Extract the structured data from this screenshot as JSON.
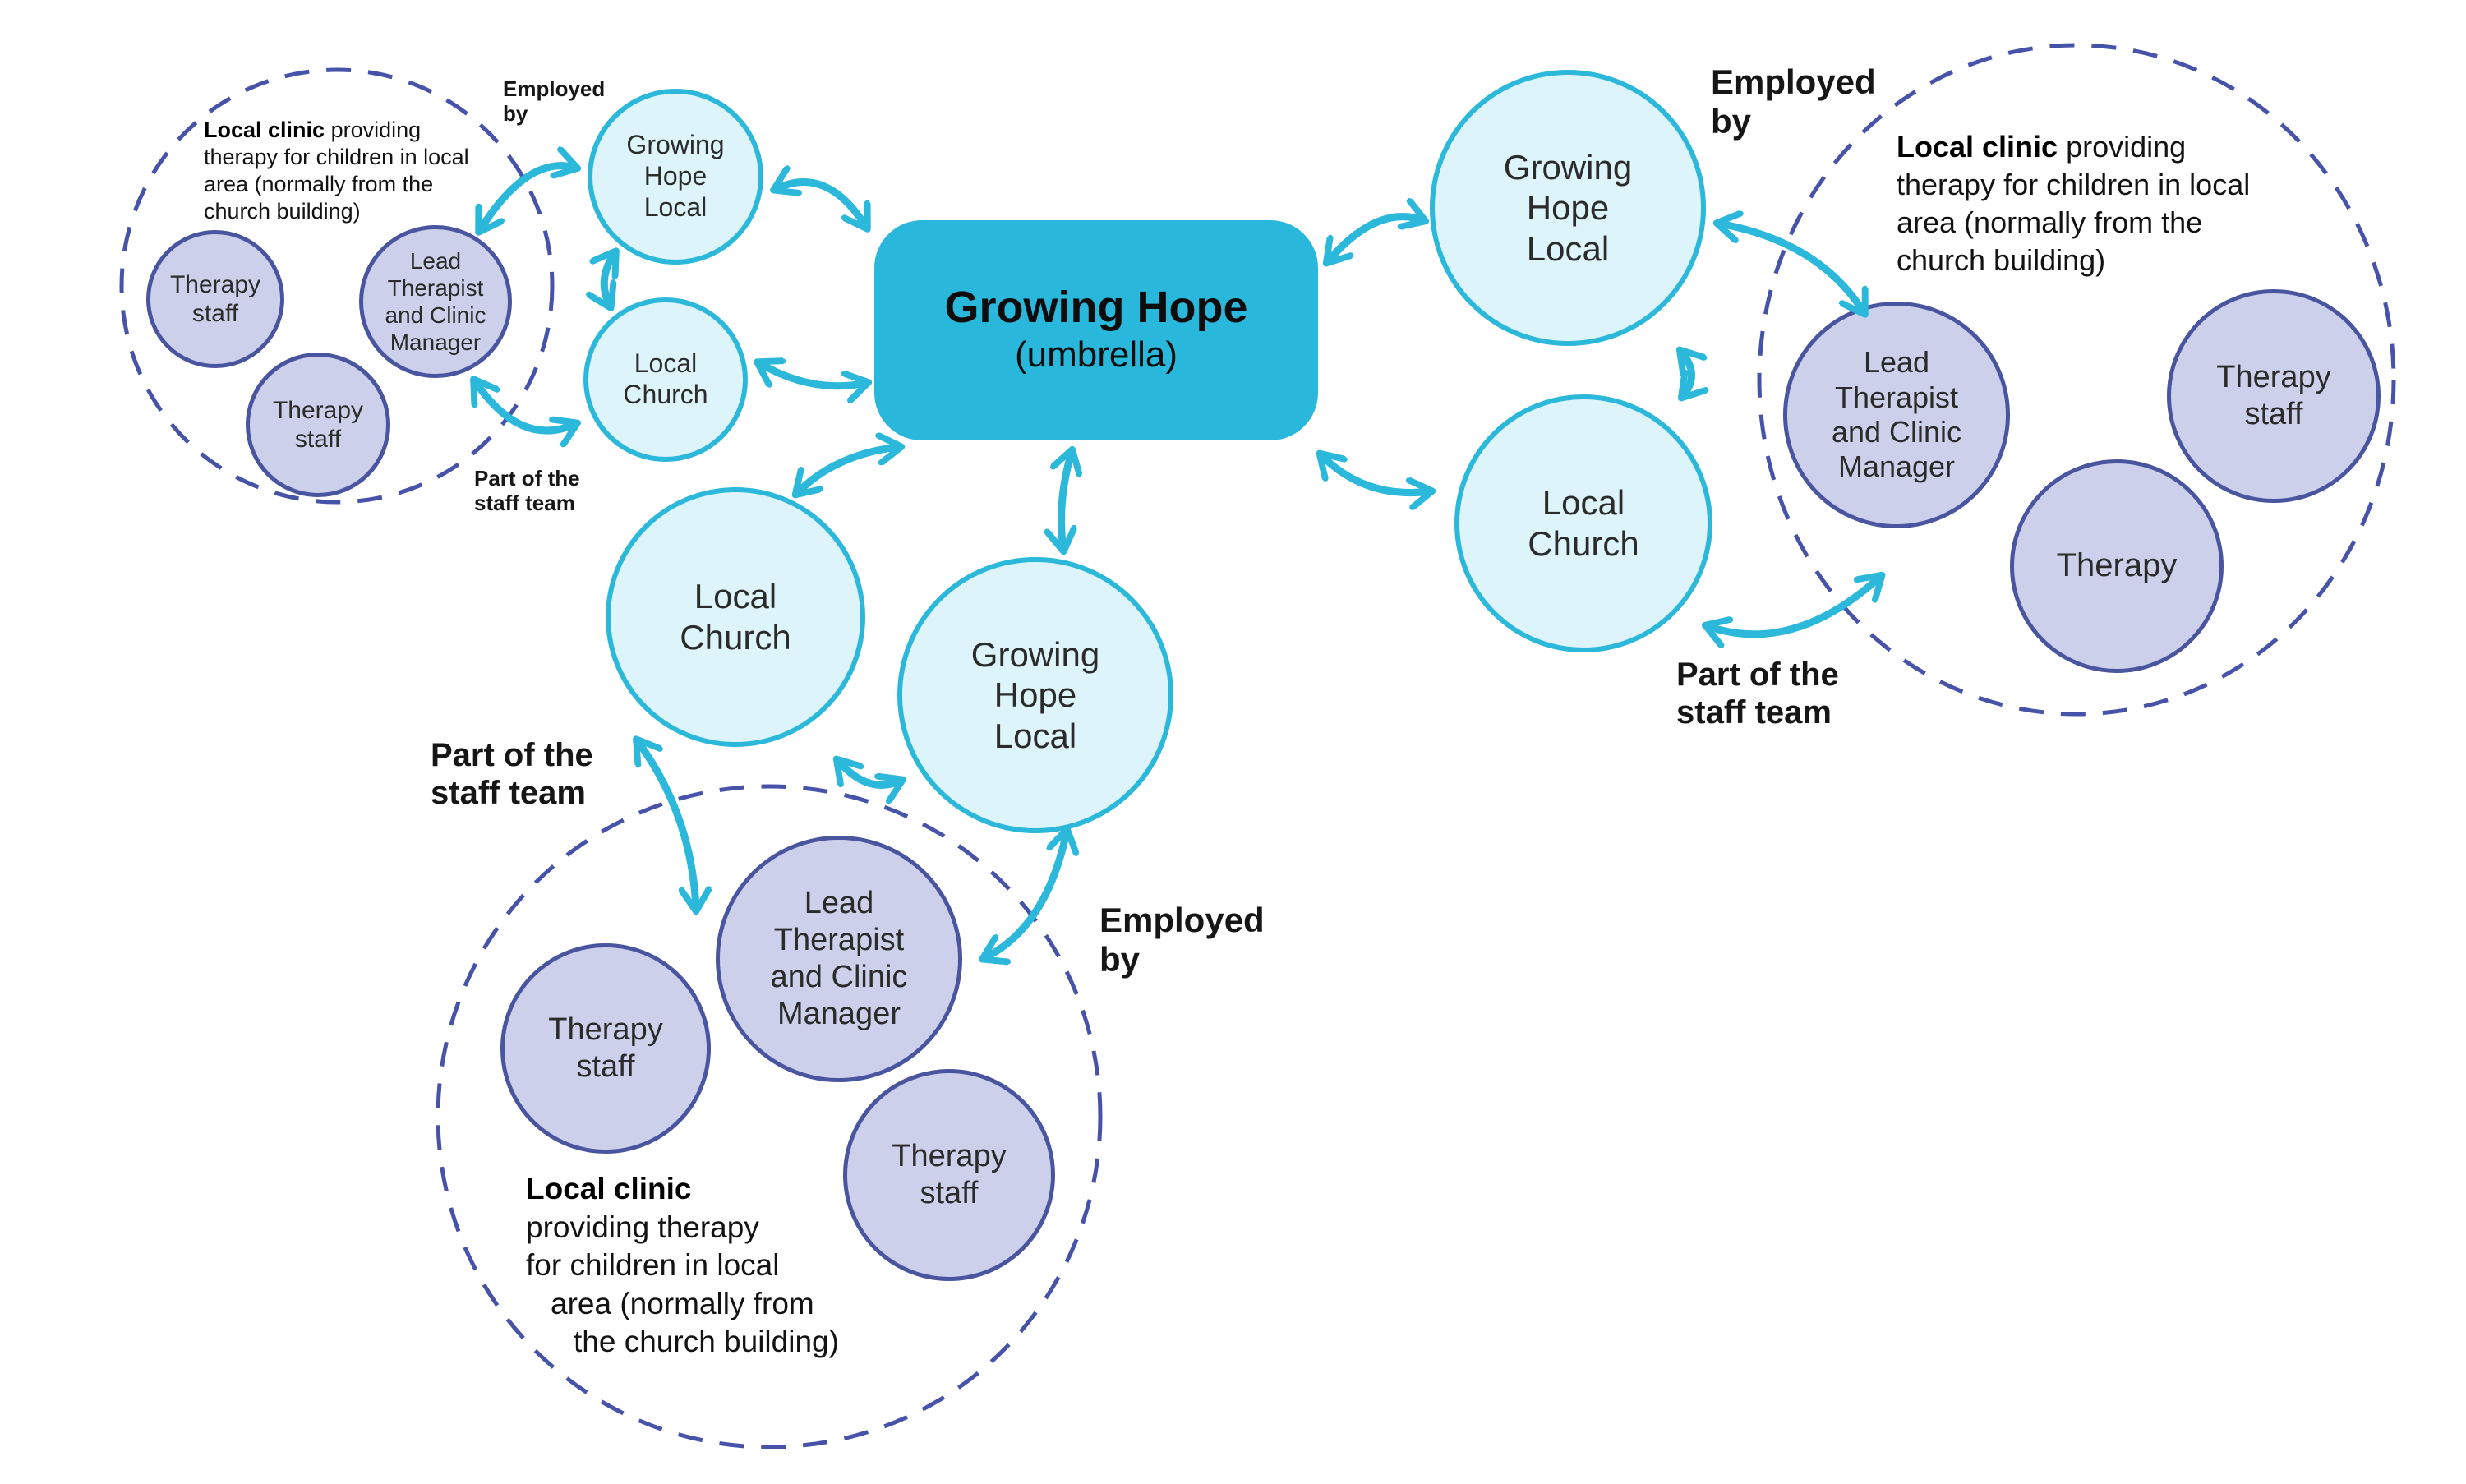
{
  "colors": {
    "umbrella_fill": "#29b8dc",
    "church_node_fill": "#ddf4fa",
    "church_node_border": "#2bb8da",
    "staff_node_fill": "#cdd0ea",
    "staff_node_border": "#4a55a0",
    "cluster_dashed_border": "#4753a8",
    "arrow": "#2bb8da",
    "text": "#161616"
  },
  "umbrella": {
    "title": "Growing Hope",
    "subtitle": "(umbrella)"
  },
  "nodes": {
    "ghl_top": "Growing Hope Local",
    "lc_top": "Local Church",
    "ghl_right": "Growing Hope Local",
    "lc_right": "Local Church",
    "lc_center": "Local Church",
    "ghl_center": "Growing Hope Local"
  },
  "labels": {
    "employed_by_top": "Employed by",
    "employed_by_right": "Employed by",
    "employed_by_bottom": "Employed by",
    "part_of_staff_top": "Part of the staff team",
    "part_of_staff_right": "Part of the staff team",
    "part_of_staff_left": "Part of the staff team"
  },
  "clusters": {
    "top_left": {
      "desc_bold": "Local clinic",
      "desc_line1_rest": " providing",
      "desc_line2": "therapy for children in local",
      "desc_line3": "area (normally from the",
      "desc_line4": "church building)",
      "circle1": "Therapy staff",
      "circle2": "Therapy staff",
      "circle3": "Lead Therapist and Clinic Manager"
    },
    "right": {
      "desc_bold": "Local clinic",
      "desc_line1_rest": " providing",
      "desc_line2": "therapy for children in local",
      "desc_line3": "area (normally from the",
      "desc_line4": "church building)",
      "circle1": "Lead Therapist and Clinic Manager",
      "circle2": "Therapy staff",
      "circle3": "Therapy"
    },
    "bottom": {
      "desc_bold": "Local clinic",
      "desc_line2": "providing therapy",
      "desc_line3": "for children in local",
      "desc_line4": "area (normally from",
      "desc_line5": "the church building)",
      "circle1": "Lead Therapist and Clinic Manager",
      "circle2": "Therapy staff",
      "circle3": "Therapy staff"
    }
  }
}
